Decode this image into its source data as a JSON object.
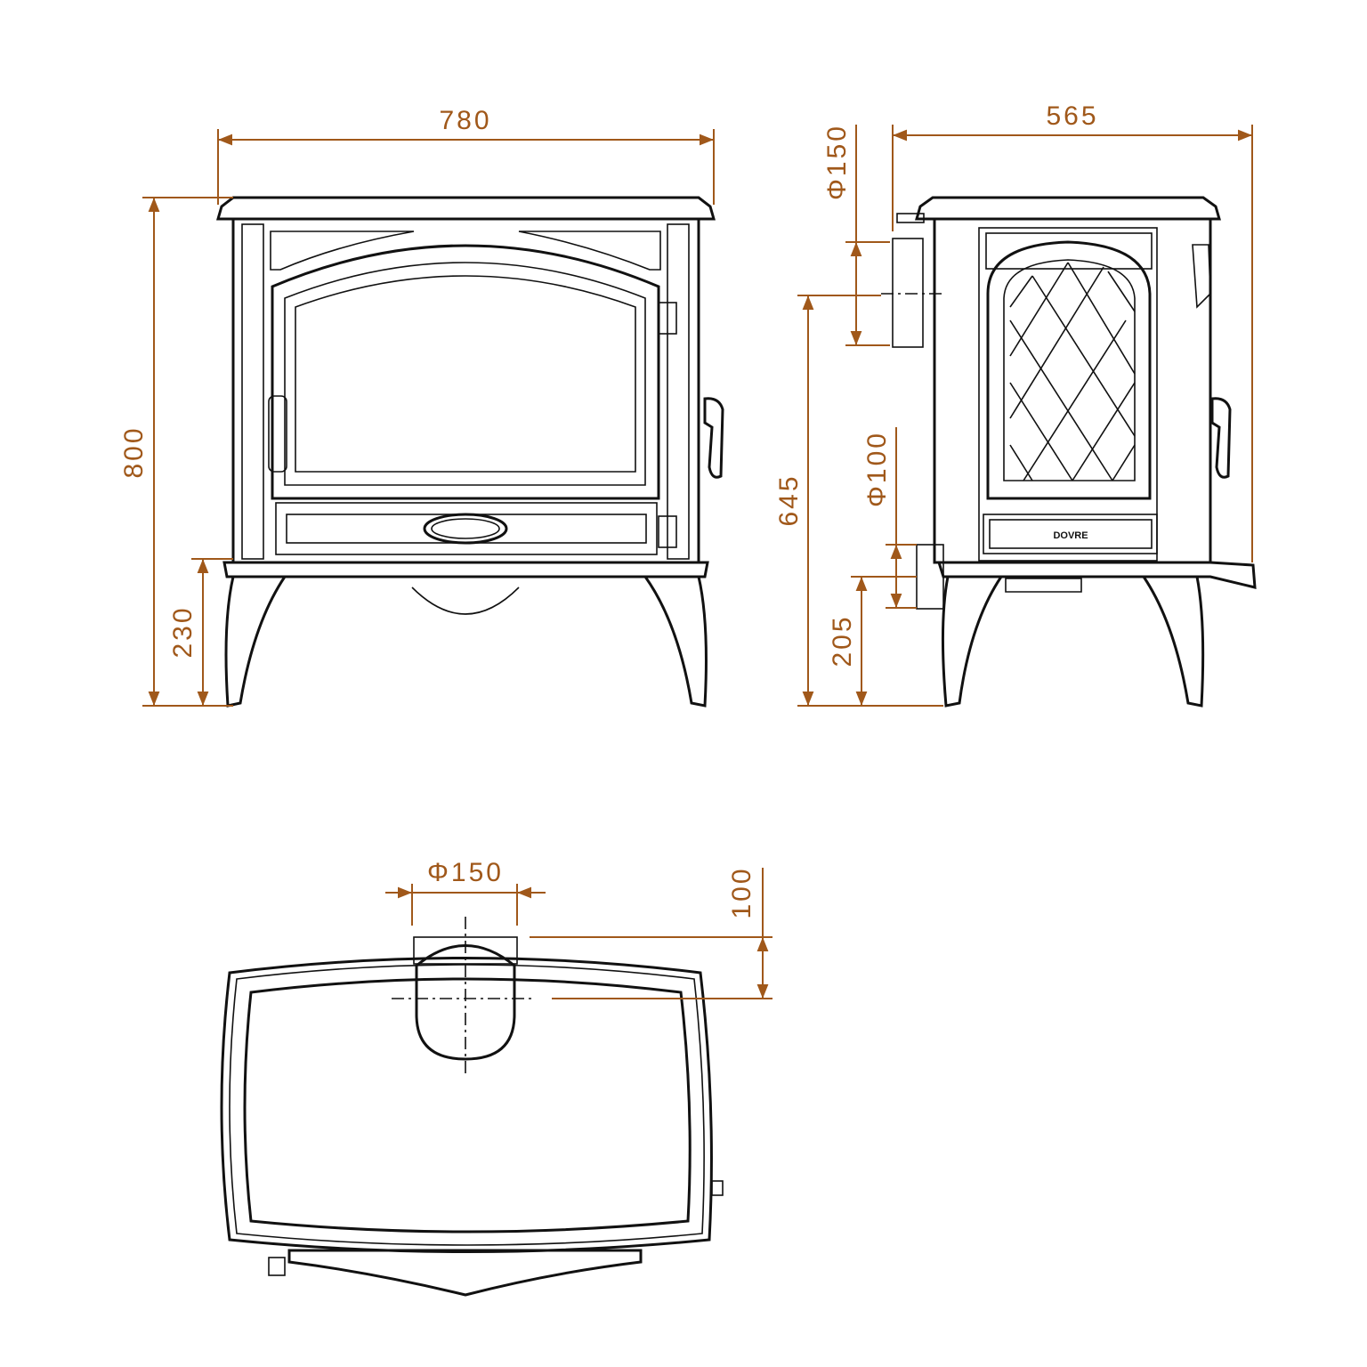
{
  "brand_label": "DOVRE",
  "colors": {
    "dimension": "#a0581a",
    "outline": "#111111"
  },
  "front_view": {
    "width": "780",
    "height": "800",
    "leg_height": "230"
  },
  "side_view": {
    "depth": "565",
    "flue_top_diameter": "Φ150",
    "flue_rear_height": "645",
    "air_inlet_diameter": "Φ100",
    "air_inlet_height": "205"
  },
  "top_view": {
    "flue_diameter": "Φ150",
    "flue_offset": "100"
  }
}
